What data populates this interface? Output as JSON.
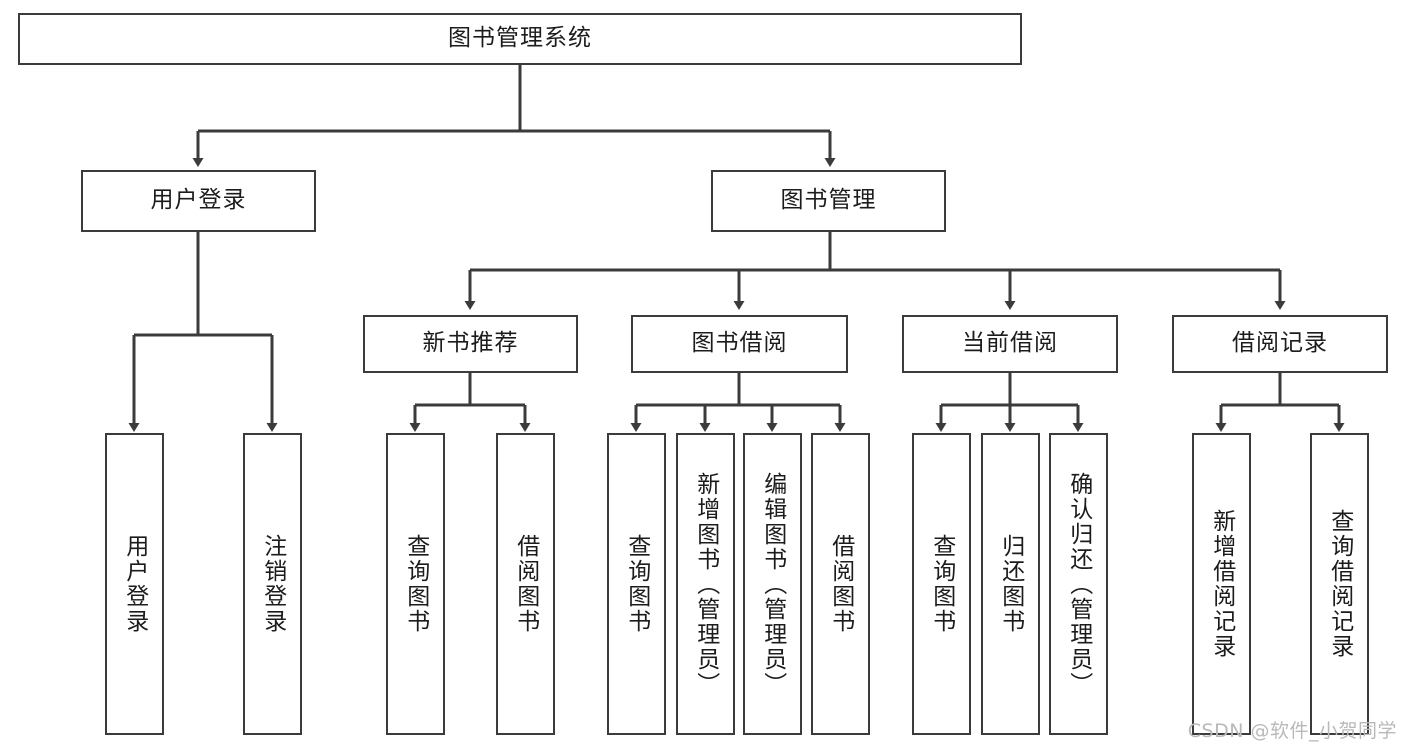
{
  "diagram": {
    "title": "图书管理系统",
    "type": "tree-hierarchy",
    "watermark": "CSDN @软件_小贺同学",
    "colors": {
      "stroke": "#3b3b3b",
      "fill": "#ffffff",
      "text": "#1c1c1c",
      "watermark": "#b9b9b9"
    },
    "nodes": {
      "root": {
        "label": "图书管理系统"
      },
      "level1": [
        {
          "id": "user-login",
          "label": "用户登录"
        },
        {
          "id": "book-manage",
          "label": "图书管理"
        }
      ],
      "level2": [
        {
          "id": "new-book-rec",
          "label": "新书推荐"
        },
        {
          "id": "book-borrow",
          "label": "图书借阅"
        },
        {
          "id": "current-borrow",
          "label": "当前借阅"
        },
        {
          "id": "borrow-record",
          "label": "借阅记录"
        }
      ],
      "leaves": {
        "user-login": [
          {
            "id": "leaf-user-login",
            "label": "用户登录"
          },
          {
            "id": "leaf-logout",
            "label": "注销登录"
          }
        ],
        "new-book-rec": [
          {
            "id": "leaf-query-book-1",
            "label": "查询图书"
          },
          {
            "id": "leaf-borrow-book-1",
            "label": "借阅图书"
          }
        ],
        "book-borrow": [
          {
            "id": "leaf-query-book-2",
            "label": "查询图书"
          },
          {
            "id": "leaf-add-book",
            "label": "新增图书（管理员）"
          },
          {
            "id": "leaf-edit-book",
            "label": "编辑图书（管理员）"
          },
          {
            "id": "leaf-borrow-book-2",
            "label": "借阅图书"
          }
        ],
        "current-borrow": [
          {
            "id": "leaf-query-book-3",
            "label": "查询图书"
          },
          {
            "id": "leaf-return-book",
            "label": "归还图书"
          },
          {
            "id": "leaf-confirm-return",
            "label": "确认归还（管理员）"
          }
        ],
        "borrow-record": [
          {
            "id": "leaf-add-record",
            "label": "新增借阅记录"
          },
          {
            "id": "leaf-query-record",
            "label": "查询借阅记录"
          }
        ]
      }
    }
  }
}
